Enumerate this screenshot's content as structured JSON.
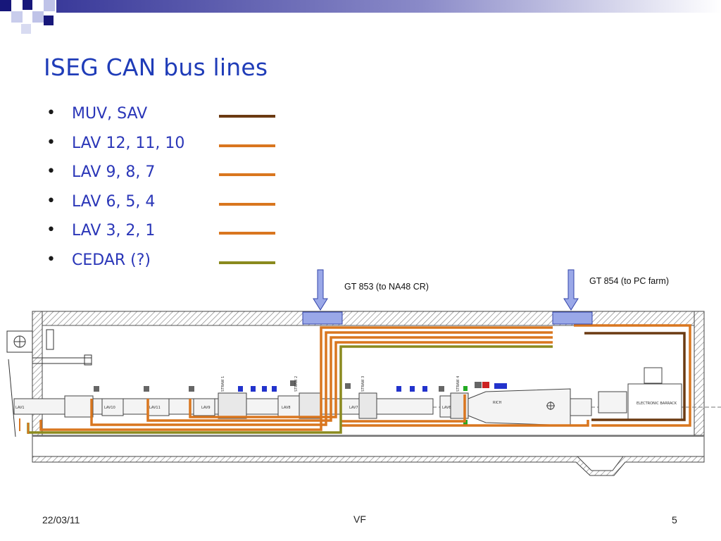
{
  "slide": {
    "title": "ISEG CAN bus lines",
    "legend": [
      {
        "label": "MUV, SAV",
        "color": "#6b3a12"
      },
      {
        "label": "LAV 12, 11, 10",
        "color": "#d9761f"
      },
      {
        "label": "LAV 9, 8, 7",
        "color": "#d9761f"
      },
      {
        "label": "LAV 6, 5, 4",
        "color": "#d9761f"
      },
      {
        "label": "LAV 3, 2, 1",
        "color": "#d9761f"
      },
      {
        "label": "CEDAR (?)",
        "color": "#8a8a1e"
      }
    ],
    "callouts": {
      "gt853": "GT 853 (to NA48 CR)",
      "gt854": "GT 854 (to PC farm)"
    }
  },
  "diagram": {
    "labels": {
      "straw1": "STRAW 1",
      "straw2": "STRAW 2",
      "straw3": "STRAW 3",
      "straw4": "STRAW 4",
      "rich": "RICH",
      "barrack": "ELECTRONIC BARRACK",
      "lav1": "LAV1",
      "lav6": "LAV6",
      "lav7": "LAV7",
      "lav8": "LAV8",
      "lav9": "LAV9",
      "lav10": "LAV10",
      "lav11": "LAV11"
    },
    "colors": {
      "muv": "#6b3a12",
      "lav": "#d9761f",
      "cedar": "#8a8a1e",
      "arrow_fill": "#9aa8e8",
      "arrow_stroke": "#3344aa"
    }
  },
  "footer": {
    "date": "22/03/11",
    "center": "VF",
    "page": "5"
  }
}
